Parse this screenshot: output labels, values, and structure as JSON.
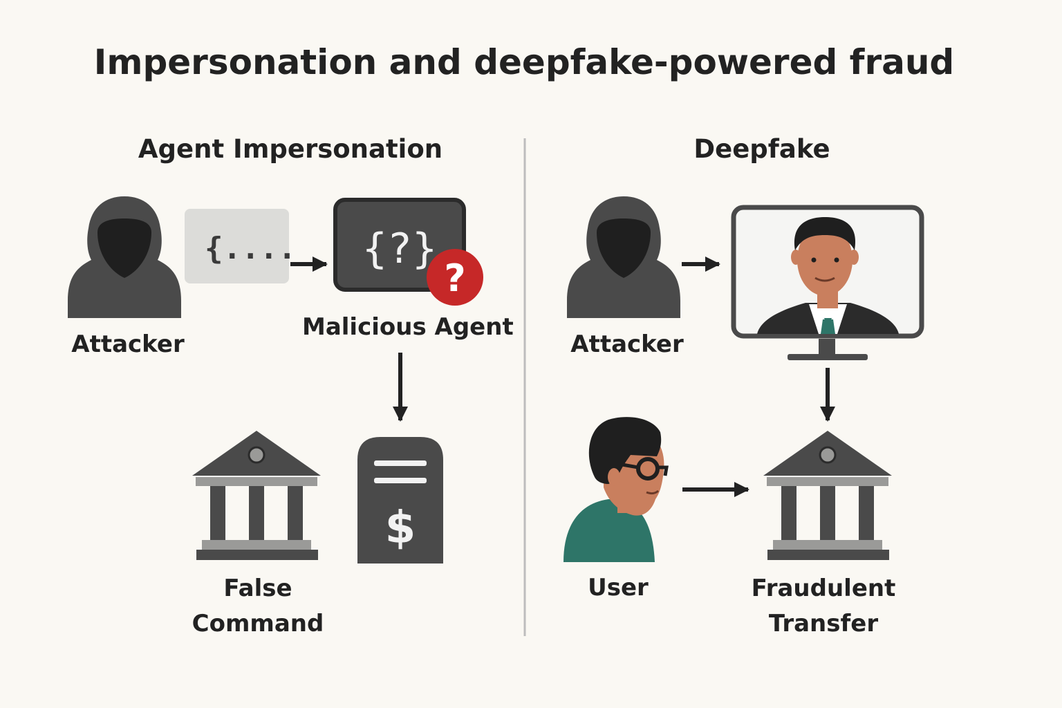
{
  "title": "Impersonation and deepfake-powered fraud",
  "left_panel": {
    "heading": "Agent Impersonation",
    "attacker_label": "Attacker",
    "code_snippet": "{....",
    "agent_screen_text": "{?}",
    "agent_badge": "?",
    "agent_label": "Malicious Agent",
    "bank_label": "False\nCommand",
    "document_symbol": "$"
  },
  "right_panel": {
    "heading": "Deepfake",
    "attacker_label": "Attacker",
    "user_label": "User",
    "transfer_label": "Fraudulent\nTransfer"
  },
  "colors": {
    "background": "#faf8f3",
    "text": "#222222",
    "icon_dark": "#4a4a4a",
    "icon_grey": "#9a9a98",
    "code_box": "#dcdcd9",
    "alert_red": "#c62828",
    "skin": "#c97f5e",
    "shirt_teal": "#2e7568",
    "divider": "#bdbdbd"
  },
  "icons": [
    "hooded-attacker-icon",
    "code-box-icon",
    "malicious-agent-icon",
    "question-badge-icon",
    "bank-icon",
    "invoice-icon",
    "monitor-icon",
    "deepfake-person-icon",
    "user-icon",
    "arrow-icon"
  ]
}
